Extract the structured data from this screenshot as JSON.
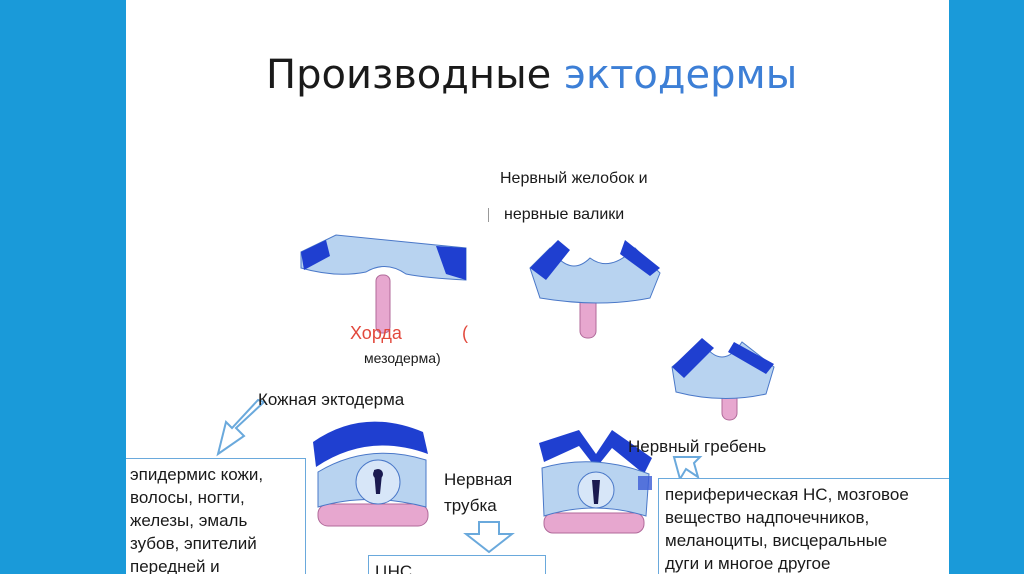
{
  "slide": {
    "title_main": "Производные",
    "title_accent": "эктодермы"
  },
  "labels": {
    "groove_line1": "Нервный желобок и",
    "groove_line2": "нервные валики",
    "chorda": "Хорда",
    "chorda_paren_open": "(",
    "chorda_sub": "мезодерма)",
    "skin_ectoderm": "Кожная эктодерма",
    "neural_tube_line1": "Нервная",
    "neural_tube_line2": "трубка",
    "neural_crest": "Нервный гребень"
  },
  "boxes": {
    "left_lines": [
      "эпидермис кожи,",
      "волосы, ногти,",
      "железы, эмаль",
      "зубов, эпителий",
      "передней и"
    ],
    "right_lines": [
      "периферическая НС, мозговое",
      "вещество надпочечников,",
      "меланоциты, висцеральные",
      "дуги и многое другое"
    ],
    "bottom_text": "ЦНС"
  },
  "colors": {
    "frame": "#1a9ad9",
    "title_accent": "#3d7fd6",
    "red_label": "#e2483c",
    "ectoderm_blue": "#1f3fd0",
    "mesoderm_light": "#b8d3f0",
    "chorda_pink": "#e7a7cf"
  }
}
